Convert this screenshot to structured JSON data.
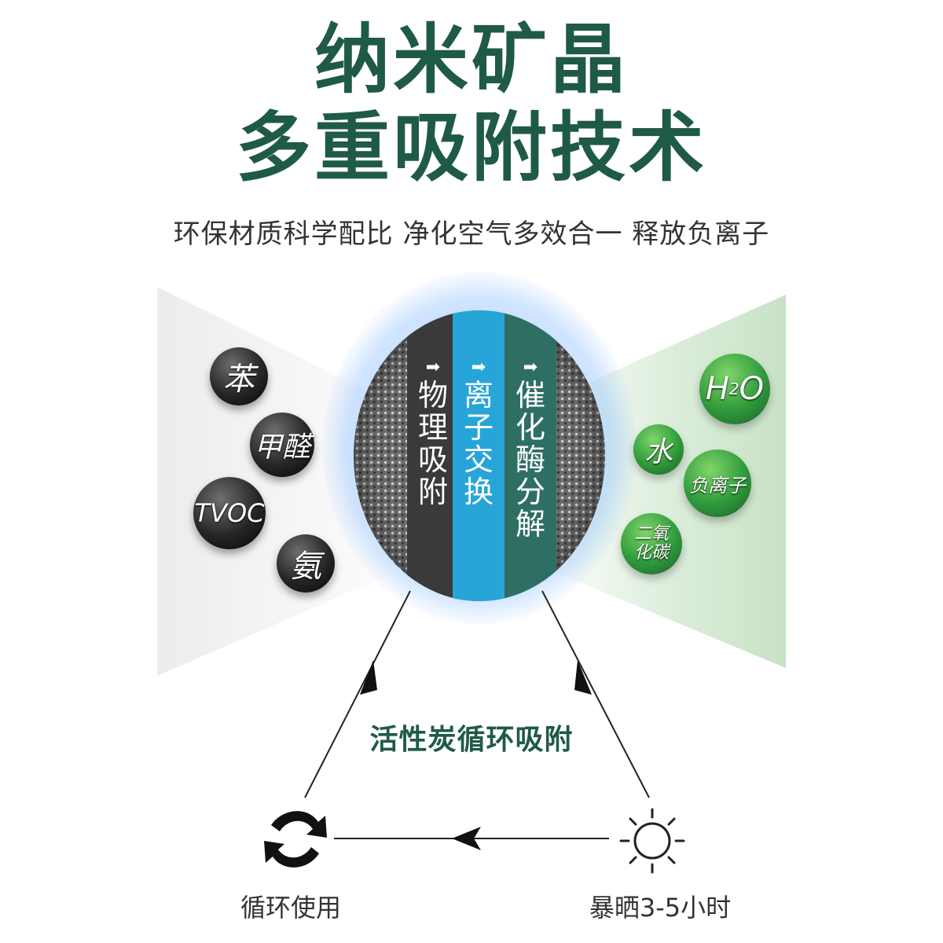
{
  "header": {
    "title_line1": "纳米矿晶",
    "title_line2": "多重吸附技术",
    "subtitle": "环保材质科学配比 净化空气多效合一 释放负离子"
  },
  "layers": [
    {
      "arrow": "➡",
      "label": "物理吸附"
    },
    {
      "arrow": "➡",
      "label": "离子交换"
    },
    {
      "arrow": "➡",
      "label": "催化酶分解"
    }
  ],
  "pollutants": [
    "苯",
    "甲醛",
    "TVOC",
    "氨"
  ],
  "outputs": {
    "h2o_h": "H",
    "h2o_sub": "2",
    "h2o_o": "O",
    "water": "水",
    "negative_ion": "负离子",
    "co2_line1": "二氧",
    "co2_line2": "化碳"
  },
  "cycle": {
    "title": "活性炭循环吸附",
    "recycle_label": "循环使用",
    "sun_label": "暴晒3-5小时"
  },
  "colors": {
    "title_green": "#1f5a49",
    "band_physical": "#3a3a3a",
    "band_ion": "#27a5d8",
    "band_catalytic": "#2f6f63",
    "pollutant_bubble": "#1a1a1a",
    "output_bubble": "#2f9a3b"
  },
  "icons": {
    "recycle": "recycle-arrows-icon",
    "sun": "sun-icon"
  }
}
